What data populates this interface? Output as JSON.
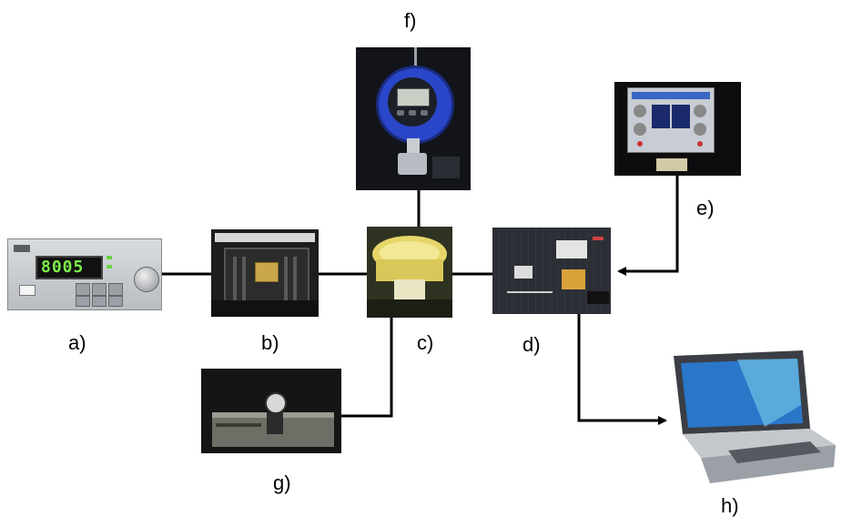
{
  "labels": {
    "a": "a)",
    "b": "b)",
    "c": "c)",
    "d": "d)",
    "e": "e)",
    "f": "f)",
    "g": "g)",
    "h": "h)"
  },
  "power_supply_display": "8005",
  "colors": {
    "line": "#000000",
    "meter_blue": "#2a46c9",
    "display_green": "#7cf04a",
    "vessel_yellow": "#e6d66a",
    "screen_blue": "#2a76c8"
  }
}
